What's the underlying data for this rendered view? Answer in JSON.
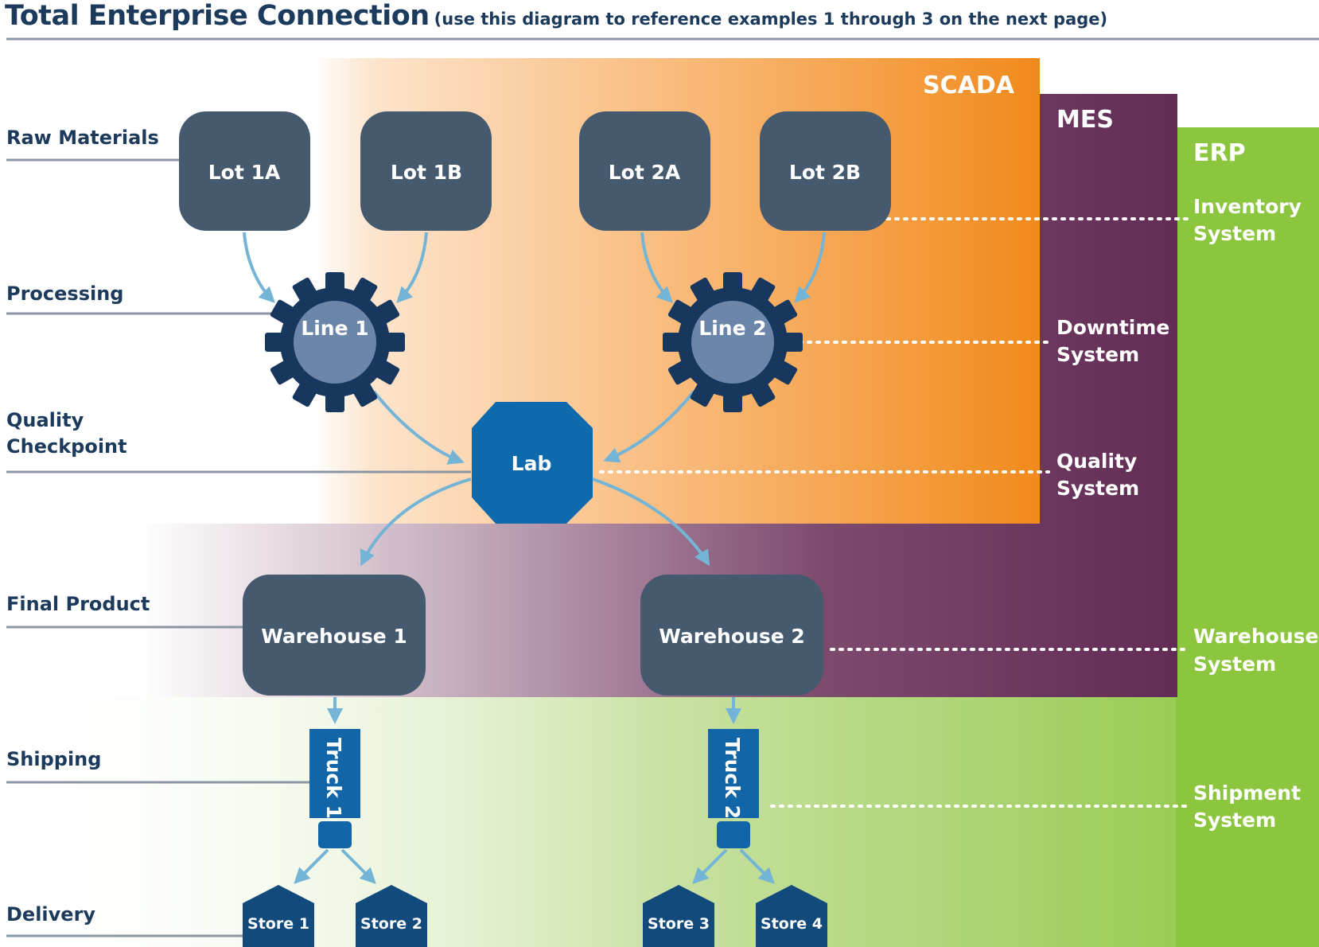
{
  "title": "Total Enterprise Connection",
  "subtitle": "(use this diagram to reference examples 1 through 3 on the next page)",
  "layers": {
    "scada": "SCADA",
    "mes": "MES",
    "erp": "ERP"
  },
  "stages": {
    "raw_materials": "Raw Materials",
    "processing": "Processing",
    "quality_line1": "Quality",
    "quality_line2": "Checkpoint",
    "final_product": "Final Product",
    "shipping": "Shipping",
    "delivery": "Delivery"
  },
  "nodes": {
    "lot_1a": "Lot 1A",
    "lot_1b": "Lot 1B",
    "lot_2a": "Lot 2A",
    "lot_2b": "Lot 2B",
    "line_1": "Line 1",
    "line_2": "Line 2",
    "lab": "Lab",
    "warehouse_1": "Warehouse 1",
    "warehouse_2": "Warehouse 2",
    "truck_1": "Truck 1",
    "truck_2": "Truck 2",
    "store_1": "Store 1",
    "store_2": "Store 2",
    "store_3": "Store 3",
    "store_4": "Store 4"
  },
  "systems": {
    "inventory_1": "Inventory",
    "inventory_2": "System",
    "downtime_1": "Downtime",
    "downtime_2": "System",
    "quality_1": "Quality",
    "quality_2": "System",
    "warehouse_1": "Warehouse",
    "warehouse_2": "System",
    "shipment_1": "Shipment",
    "shipment_2": "System"
  },
  "colors": {
    "scada": "#f18a1c",
    "mes": "#622c55",
    "erp": "#8cc63f",
    "node": "#455a6f",
    "gear": "#17375e",
    "gear_center": "#6b86a8",
    "lab": "#0e6aad",
    "truck": "#1266a8",
    "store": "#134a7c",
    "arrow": "#74b4d6",
    "text_dark": "#1b3a5c"
  }
}
